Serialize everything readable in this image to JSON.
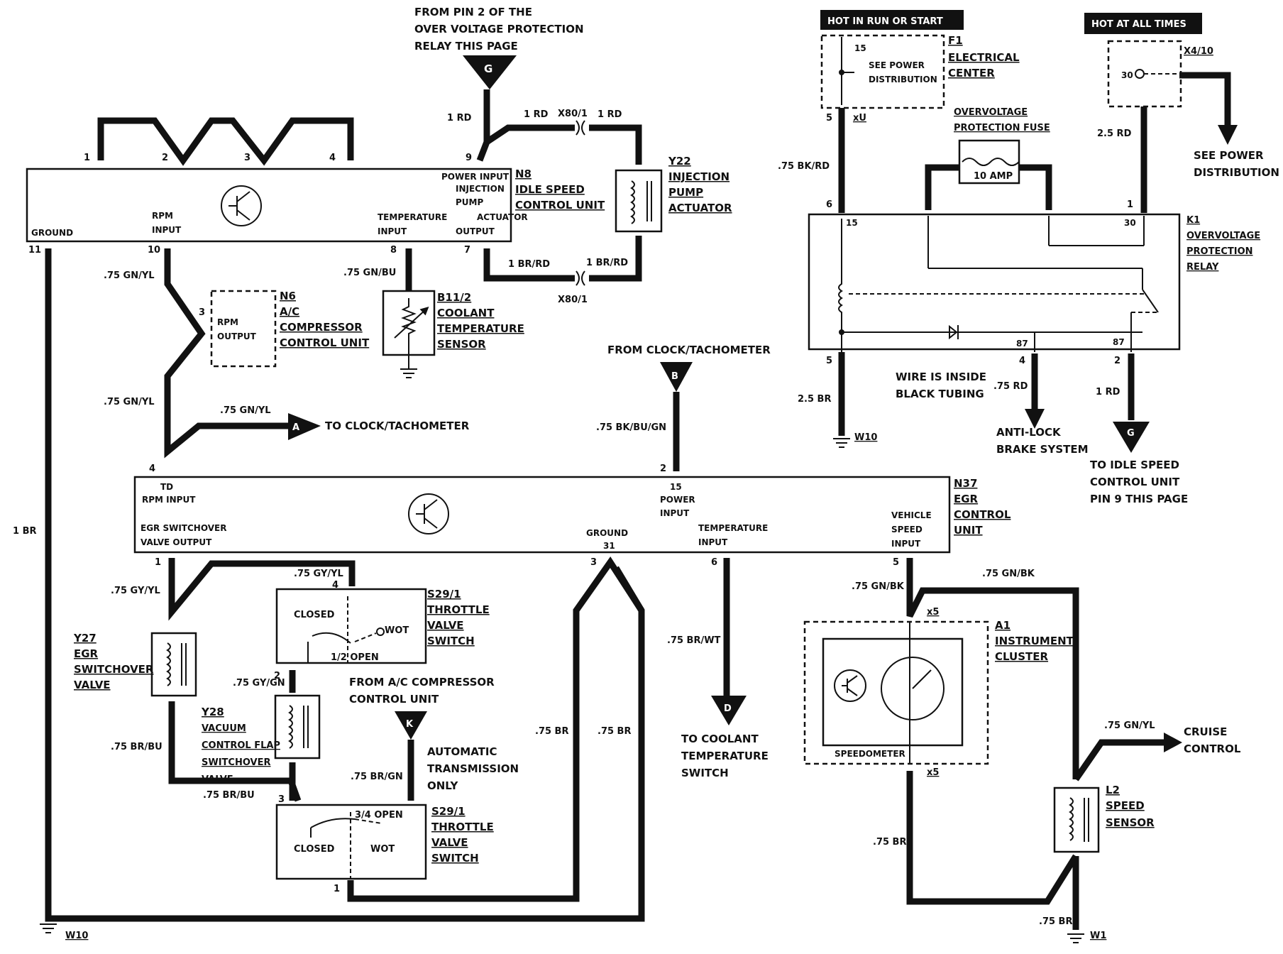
{
  "labels": {
    "from_pin2_1": "FROM PIN 2 OF THE",
    "from_pin2_2": "OVER VOLTAGE PROTECTION",
    "from_pin2_3": "RELAY THIS PAGE",
    "conn_g_top": "G",
    "w_1rd_a": "1 RD",
    "w_1rd_b": "1 RD",
    "w_1rd_c": "1 RD",
    "x80_top": "X80/1",
    "x80_bot": "X80/1",
    "w_1brrd_a": "1 BR/RD",
    "w_1brrd_b": "1 BR/RD",
    "n8_id": "N8",
    "n8_name1": "IDLE SPEED",
    "n8_name2": "CONTROL UNIT",
    "n8_power": "POWER INPUT",
    "n8_inj1": "INJECTION",
    "n8_inj2": "PUMP",
    "n8_inj3": "ACTUATOR",
    "n8_inj4": "OUTPUT",
    "n8_temp1": "TEMPERATURE",
    "n8_temp2": "INPUT",
    "n8_rpm1": "RPM",
    "n8_rpm2": "INPUT",
    "n8_ground": "GROUND",
    "pin1": "1",
    "pin2": "2",
    "pin3": "3",
    "pin4": "4",
    "pin9": "9",
    "pin11": "11",
    "pin10": "10",
    "pin8": "8",
    "pin7": "7",
    "y22_id": "Y22",
    "y22_1": "INJECTION",
    "y22_2": "PUMP",
    "y22_3": "ACTUATOR",
    "w_75gnyl_a": ".75 GN/YL",
    "w_75gnbu": ".75 GN/BU",
    "n6_id": "N6",
    "n6_1": "A/C",
    "n6_2": "COMPRESSOR",
    "n6_3": "CONTROL UNIT",
    "n6_rpm1": "RPM",
    "n6_rpm2": "OUTPUT",
    "n6_pin": "3",
    "b11_id": "B11/2",
    "b11_1": "COOLANT",
    "b11_2": "TEMPERATURE",
    "b11_3": "SENSOR",
    "w_75gnyl_b": ".75 GN/YL",
    "w_75gnyl_c": ".75 GN/YL",
    "conn_a": "A",
    "to_clock": "TO CLOCK/TACHOMETER",
    "from_clock": "FROM CLOCK/TACHOMETER",
    "conn_b": "B",
    "w_75bkbugn": ".75 BK/BU/GN",
    "w_1br": "1 BR",
    "n37_id": "N37",
    "n37_1": "EGR",
    "n37_2": "CONTROL",
    "n37_3": "UNIT",
    "n37_td1": "TD",
    "n37_td2": "RPM INPUT",
    "n37_egr1": "EGR SWITCHOVER",
    "n37_egr2": "VALVE OUTPUT",
    "n37_pw1": "15",
    "n37_pw2": "POWER",
    "n37_pw3": "INPUT",
    "n37_gnd1": "GROUND",
    "n37_gnd2": "31",
    "n37_tmp1": "TEMPERATURE",
    "n37_tmp2": "INPUT",
    "n37_vs1": "VEHICLE",
    "n37_vs2": "SPEED",
    "n37_vs3": "INPUT",
    "p4": "4",
    "p2b": "2",
    "p1b": "1",
    "p3b": "3",
    "p6b": "6",
    "p5b": "5",
    "w_75gyyl_a": ".75 GY/YL",
    "w_75gyyl_b": ".75 GY/YL",
    "s29_id_a": "S29/1",
    "s29_a1": "THROTTLE",
    "s29_a2": "VALVE",
    "s29_a3": "SWITCH",
    "closed_a": "CLOSED",
    "wot_a": "WOT",
    "half_open": "1/2 OPEN",
    "y27_id": "Y27",
    "y27_1": "EGR",
    "y27_2": "SWITCHOVER",
    "y27_3": "VALVE",
    "w_75gygn": ".75 GY/GN",
    "y28_id": "Y28",
    "y28_1": "VACUUM",
    "y28_2": "CONTROL FLAP",
    "y28_3": "SWITCHOVER",
    "y28_4": "VALVE",
    "from_ac1": "FROM A/C COMPRESSOR",
    "from_ac2": "CONTROL UNIT",
    "conn_k": "K",
    "auto1": "AUTOMATIC",
    "auto2": "TRANSMISSION",
    "auto3": "ONLY",
    "w_75brbu_a": ".75 BR/BU",
    "w_75brbu_b": ".75 BR/BU",
    "w_75brgn": ".75 BR/GN",
    "s29_id_b": "S29/1",
    "s29_b1": "THROTTLE",
    "s29_b2": "VALVE",
    "s29_b3": "SWITCH",
    "three4_open": "3/4 OPEN",
    "closed_b": "CLOSED",
    "wot_b": "WOT",
    "w_75br_a": ".75 BR",
    "w_75br_b": ".75 BR",
    "w_75brwt": ".75 BR/WT",
    "conn_d": "D",
    "to_coolant1": "TO COOLANT",
    "to_coolant2": "TEMPERATURE",
    "to_coolant3": "SWITCH",
    "w10_a": "W10",
    "hot_run": "HOT IN RUN OR START",
    "hot_all": "HOT AT ALL TIMES",
    "f1_id": "F1",
    "f1_1": "ELECTRICAL",
    "f1_2": "CENTER",
    "f1_15": "15",
    "see_pd1": "SEE POWER",
    "see_pd2": "DISTRIBUTION",
    "xu": "xU",
    "w_75bkrd": ".75 BK/RD",
    "ovp_fuse1": "OVERVOLTAGE",
    "ovp_fuse2": "PROTECTION FUSE",
    "fuse_amp": "10 AMP",
    "x4_10": "X4/10",
    "p30_top": "30",
    "w_25rd": "2.5 RD",
    "see_pd3": "SEE POWER",
    "see_pd4": "DISTRIBUTION",
    "k1_id": "K1",
    "k1_1": "OVERVOLTAGE",
    "k1_2": "PROTECTION",
    "k1_3": "RELAY",
    "k1_15": "15",
    "k1_30": "30",
    "k1_87a": "87",
    "k1_87b": "87",
    "kp5": "5",
    "kp6": "6",
    "kp1": "1",
    "kp4": "4",
    "kp2": "2",
    "wire_tubing1": "WIRE IS INSIDE",
    "wire_tubing2": "BLACK TUBING",
    "w_25br": "2.5 BR",
    "w10_b": "W10",
    "w_75rd": ".75 RD",
    "w_1rd_d": "1 RD",
    "abs1": "ANTI-LOCK",
    "abs2": "BRAKE SYSTEM",
    "conn_g_bot": "G",
    "to_isc1": "TO IDLE SPEED",
    "to_isc2": "CONTROL UNIT",
    "to_isc3": "PIN 9 THIS PAGE",
    "w_75gnbk_a": ".75 GN/BK",
    "w_75gnbk_b": ".75 GN/BK",
    "x5_a": "x5",
    "x5_b": "x5",
    "a1_id": "A1",
    "a1_1": "INSTRUMENT",
    "a1_2": "CLUSTER",
    "speedometer": "SPEEDOMETER",
    "w_75gnyl_d": ".75 GN/YL",
    "cruise1": "CRUISE",
    "cruise2": "CONTROL",
    "l2_id": "L2",
    "l2_1": "SPEED",
    "l2_2": "SENSOR",
    "w_75br_c": ".75 BR",
    "w_75br_d": ".75 BR",
    "w1": "W1"
  }
}
